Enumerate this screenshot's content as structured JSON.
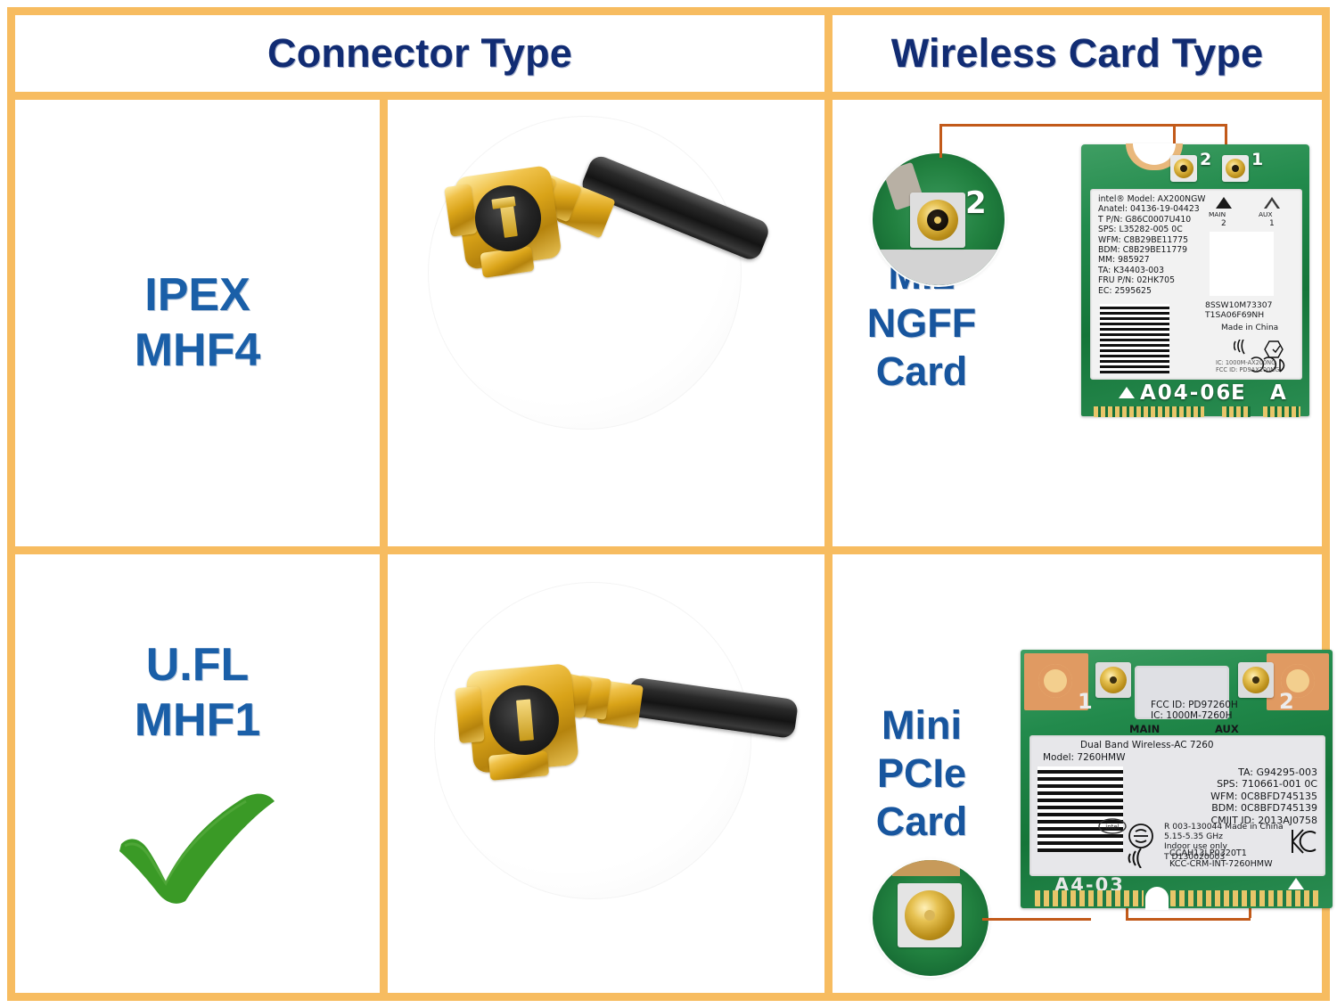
{
  "headers": {
    "connector_type": "Connector Type",
    "wireless_card_type": "Wireless Card Type"
  },
  "colors": {
    "border": "#F7BC60",
    "header_text": "#112C73",
    "label_text": "#1A5FA8",
    "check": "#3A9A26",
    "leader_line": "#C25A1A"
  },
  "rows": [
    {
      "connector": {
        "line1": "IPEX",
        "line2": "MHF4",
        "selected": false
      },
      "photo": {
        "alt": "gold right-angle MHF4 connector on black coax cable"
      },
      "card": {
        "line1": "M.2",
        "line2": "NGFF",
        "line3": "Card",
        "inset_number": "2",
        "connector_numbers": [
          "2",
          "1"
        ],
        "label": {
          "lines": [
            "intel® Model: AX200NGW",
            "Anatel: 04136-19-04423",
            "T P/N: G86C0007U410",
            "SPS: L35282-005    0C",
            "WFM: C8B29BE11775",
            "BDM: C8B29BE11779",
            "MM: 985927",
            "TA: K34403-003",
            "FRU P/N: 02HK705",
            "EC: 2595625"
          ],
          "antenna_marks": [
            {
              "name": "MAIN",
              "num": "2",
              "filled": true
            },
            {
              "name": "AUX",
              "num": "1",
              "filled": false
            }
          ],
          "serial_lines": [
            "8SSW10M73307",
            "T1SA06F69NH"
          ],
          "origin": "Made in China",
          "cert_lines": [
            "IC: 1000M-AX200NG",
            "FCC ID: PD9AX200NG"
          ],
          "cert_marks": [
            "CE",
            "KC",
            "RCM",
            "wifi-waves"
          ]
        },
        "edge_marks": {
          "part": "A04-06",
          "keys": [
            "E",
            "A"
          ]
        }
      }
    },
    {
      "connector": {
        "line1": "U.FL",
        "line2": "MHF1",
        "selected": true,
        "check_icon": "green-check-icon"
      },
      "photo": {
        "alt": "gold right-angle U.FL connector on black coax cable"
      },
      "card": {
        "line1": "Mini",
        "line2": "PCIe",
        "line3": "Card",
        "connector_numbers": [
          "1",
          "2"
        ],
        "label": {
          "top_lines": [
            "FCC ID: PD97260H",
            "IC: 1000M-7260H"
          ],
          "antenna_names": [
            "MAIN",
            "AUX"
          ],
          "product_lines": [
            "Dual Band Wireless-AC 7260",
            "Model: 7260HMW"
          ],
          "right_lines": [
            "TA: G94295-003",
            "SPS: 710661-001 0C",
            "WFM: 0C8BFD745135",
            "BDM: 0C8BFD745139",
            "CMIIT ID: 2013AJ0758"
          ],
          "cert_lines": [
            "R  003-130044   Made in China",
            "5.15-5.35 GHz",
            "Indoor use only",
            "T  D130020003",
            "CCAH13LP0320T1",
            "KCC-CRM-INT-7260HMW"
          ]
        },
        "edge_marks": {
          "part": "A4-03"
        }
      }
    }
  ]
}
